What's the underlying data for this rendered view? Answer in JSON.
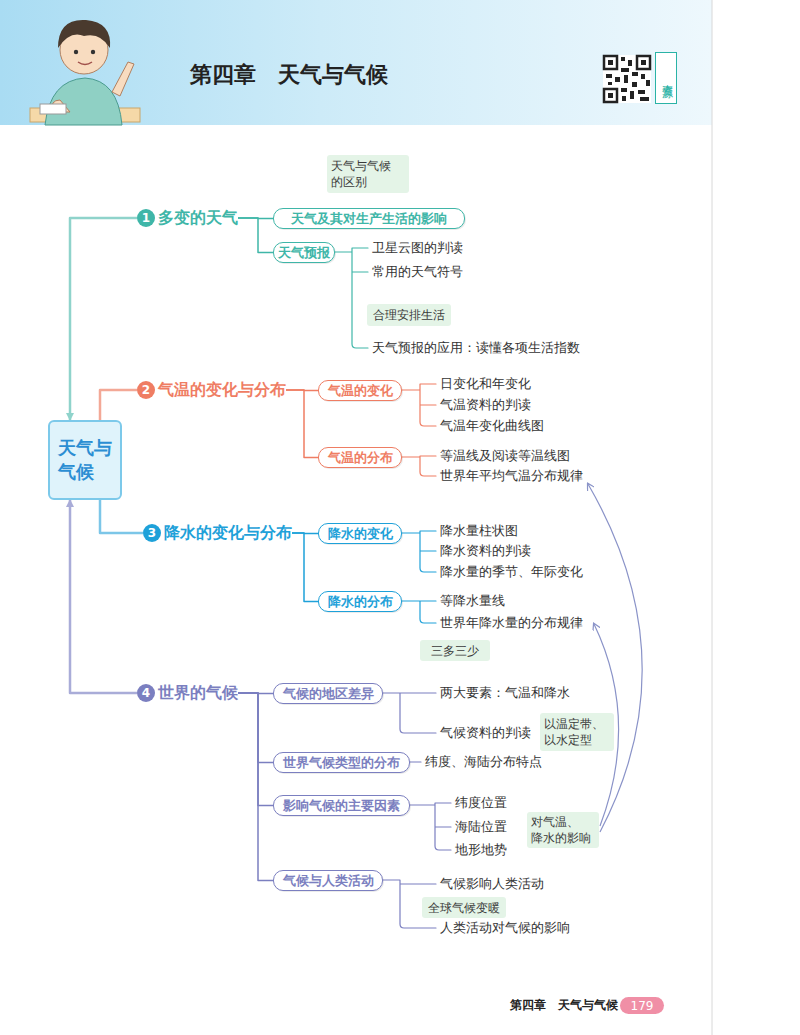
{
  "diagram": {
    "title": "第四章　天气与气候",
    "nodes": [
      {
        "text": [
          "天气与 气候"
        ]
      },
      {
        "text": [
          "1",
          "多变的天气"
        ]
      },
      {
        "text": [
          "天气与气候 的区别"
        ]
      },
      {
        "text": [
          "天气及其对生产生活的影响"
        ]
      },
      {
        "text": [
          "天气预报"
        ]
      },
      {
        "text": [
          "合理安排生活"
        ]
      },
      {
        "text": [
          "2",
          "气温的变化与分布"
        ]
      },
      {
        "text": [
          "气温的变化"
        ]
      },
      {
        "text": [
          "气温的分布"
        ]
      },
      {
        "text": [
          "3",
          "降水的变化与分布"
        ]
      },
      {
        "text": [
          "降水的变化"
        ]
      },
      {
        "text": [
          "降水的分布"
        ]
      },
      {
        "text": [
          "三多三少"
        ]
      },
      {
        "text": [
          "4",
          "世界的气候"
        ]
      },
      {
        "text": [
          "气候的地区差异"
        ]
      },
      {
        "text": [
          "以温定带、 以水定型"
        ]
      },
      {
        "text": [
          "世界气候类型的分布"
        ]
      },
      {
        "text": [
          "影响气候的主要因素"
        ]
      },
      {
        "text": [
          "对气温、 降水的影响"
        ]
      },
      {
        "text": [
          "气候与人类活动"
        ]
      },
      {
        "text": [
          "全球气候变暖"
        ]
      },
      {
        "text": [
          "查资源"
        ]
      },
      {
        "text": [
          "179"
        ]
      }
    ],
    "edges": [
      {
        "from": 1,
        "to": 0,
        "arrow": "to"
      },
      {
        "from": 6,
        "to": 0,
        "arrow": "none"
      },
      {
        "from": 9,
        "to": 0,
        "arrow": "none"
      },
      {
        "from": 13,
        "to": 0,
        "arrow": "to"
      },
      {
        "from": 1,
        "to": 3,
        "arrow": "none"
      },
      {
        "from": 1,
        "to": 4,
        "arrow": "none"
      },
      {
        "from": 6,
        "to": 7,
        "arrow": "none"
      },
      {
        "from": 6,
        "to": 8,
        "arrow": "none"
      },
      {
        "from": 9,
        "to": 10,
        "arrow": "none"
      },
      {
        "from": 9,
        "to": 11,
        "arrow": "none"
      },
      {
        "from": 13,
        "to": 14,
        "arrow": "none"
      },
      {
        "from": 13,
        "to": 16,
        "arrow": "none"
      },
      {
        "from": 13,
        "to": 17,
        "arrow": "none"
      },
      {
        "from": 13,
        "to": 19,
        "arrow": "none"
      }
    ],
    "labels": [
      "卫星云图的判读",
      "常用的天气符号",
      "天气预报的应用：读懂各项生活指数",
      "日变化和年变化",
      "气温资料的判读",
      "气温年变化曲线图",
      "等温线及阅读等温线图",
      "世界年平均气温分布规律",
      "降水量柱状图",
      "降水资料的判读",
      "降水量的季节、年际变化",
      "等降水量线",
      "世界年降水量的分布规律",
      "两大要素：气温和降水",
      "气候资料的判读",
      "纬度、海陆分布特点",
      "纬度位置",
      "海陆位置",
      "地形地势",
      "气候影响人类活动",
      "人类活动对气候的影响",
      "第四章　天气与气候"
    ]
  }
}
